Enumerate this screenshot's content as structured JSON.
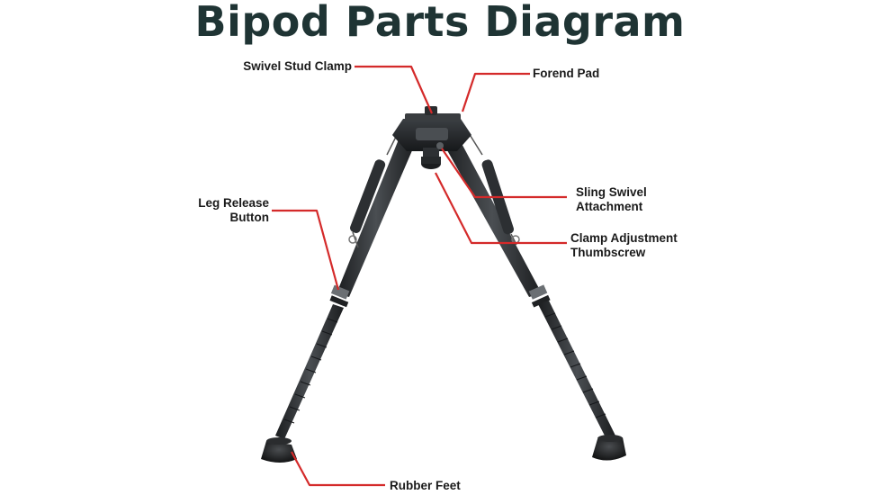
{
  "title": "Bipod Parts Diagram",
  "accent_color": "#d42a2a",
  "metal_color": "#2b2e31",
  "labels": {
    "swivel_stud_clamp": "Swivel Stud Clamp",
    "forend_pad": "Forend Pad",
    "leg_release_button_line1": "Leg Release",
    "leg_release_button_line2": "Button",
    "sling_swivel_line1": "Sling Swivel",
    "sling_swivel_line2": "Attachment",
    "clamp_adjustment_line1": "Clamp Adjustment",
    "clamp_adjustment_line2": "Thumbscrew",
    "rubber_feet": "Rubber Feet"
  }
}
